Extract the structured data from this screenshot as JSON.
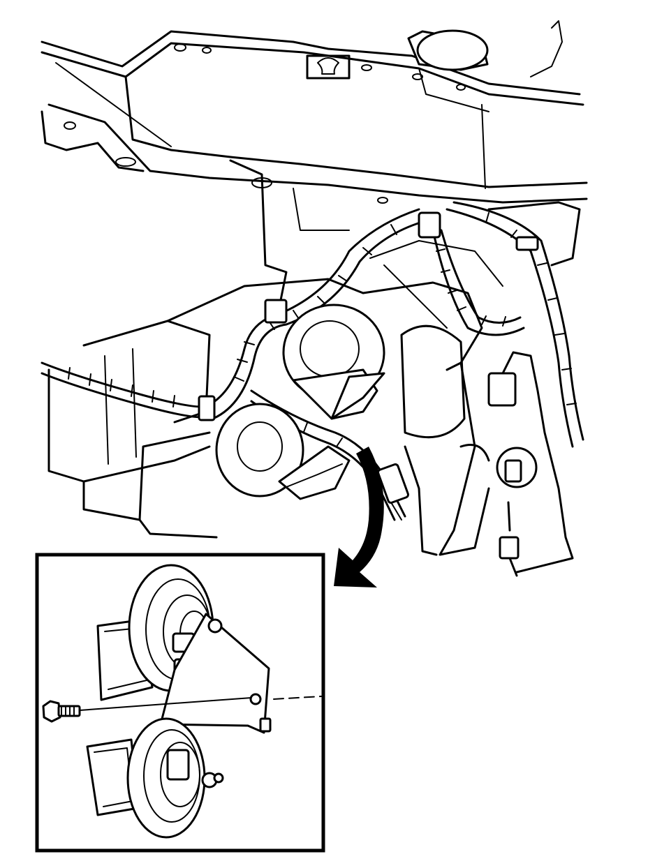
{
  "diagram": {
    "kind": "service-illustration",
    "subject": "horn-assembly-removal",
    "colors": {
      "line": "#000000",
      "background": "#ffffff"
    },
    "elements": [
      "radiator-support",
      "coolant-reservoir-cap",
      "wiring-harness",
      "horn-high-note",
      "horn-low-note",
      "horn-bracket",
      "harness-connector",
      "detail-arrow",
      "detail-inset",
      "bracket-bolt"
    ]
  }
}
